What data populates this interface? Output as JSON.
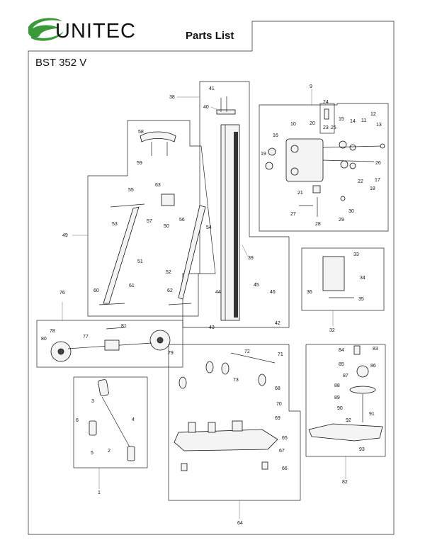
{
  "brand": {
    "name": "UNITEC",
    "logo_color": "#3a9a3a"
  },
  "header": {
    "title": "Parts List"
  },
  "model": {
    "name": "BST 352 V"
  },
  "callouts": {
    "c1": "1",
    "c2": "2",
    "c3": "3",
    "c4": "4",
    "c5": "5",
    "c6": "6",
    "c9": "9",
    "c10": "10",
    "c11": "11",
    "c12": "12",
    "c13": "13",
    "c14": "14",
    "c15": "15",
    "c16": "16",
    "c17": "17",
    "c18": "18",
    "c19": "19",
    "c20": "20",
    "c21": "21",
    "c22": "22",
    "c23": "23",
    "c24": "24",
    "c25": "25",
    "c26": "26",
    "c27": "27",
    "c28": "28",
    "c29": "29",
    "c30": "30",
    "c32": "32",
    "c33": "33",
    "c34": "34",
    "c35": "35",
    "c36": "36",
    "c38": "38",
    "c39": "39",
    "c40": "40",
    "c41": "41",
    "c42": "42",
    "c43": "43",
    "c44": "44",
    "c45": "45",
    "c46": "46",
    "c49": "49",
    "c50": "50",
    "c51": "51",
    "c52": "52",
    "c53": "53",
    "c54": "54",
    "c55": "55",
    "c56": "56",
    "c57": "57",
    "c58": "58",
    "c59": "59",
    "c60": "60",
    "c61": "61",
    "c62": "62",
    "c63": "63",
    "c64": "64",
    "c65": "65",
    "c66": "66",
    "c67": "67",
    "c68": "68",
    "c69": "69",
    "c70": "70",
    "c71": "71",
    "c72": "72",
    "c73": "73",
    "c76": "76",
    "c77": "77",
    "c78": "78",
    "c79": "79",
    "c80": "80",
    "c81": "81",
    "c82": "82",
    "c83": "83",
    "c84": "84",
    "c85": "85",
    "c86": "86",
    "c87": "87",
    "c88": "88",
    "c89": "89",
    "c90": "90",
    "c91": "91",
    "c92": "92",
    "c93": "93"
  }
}
